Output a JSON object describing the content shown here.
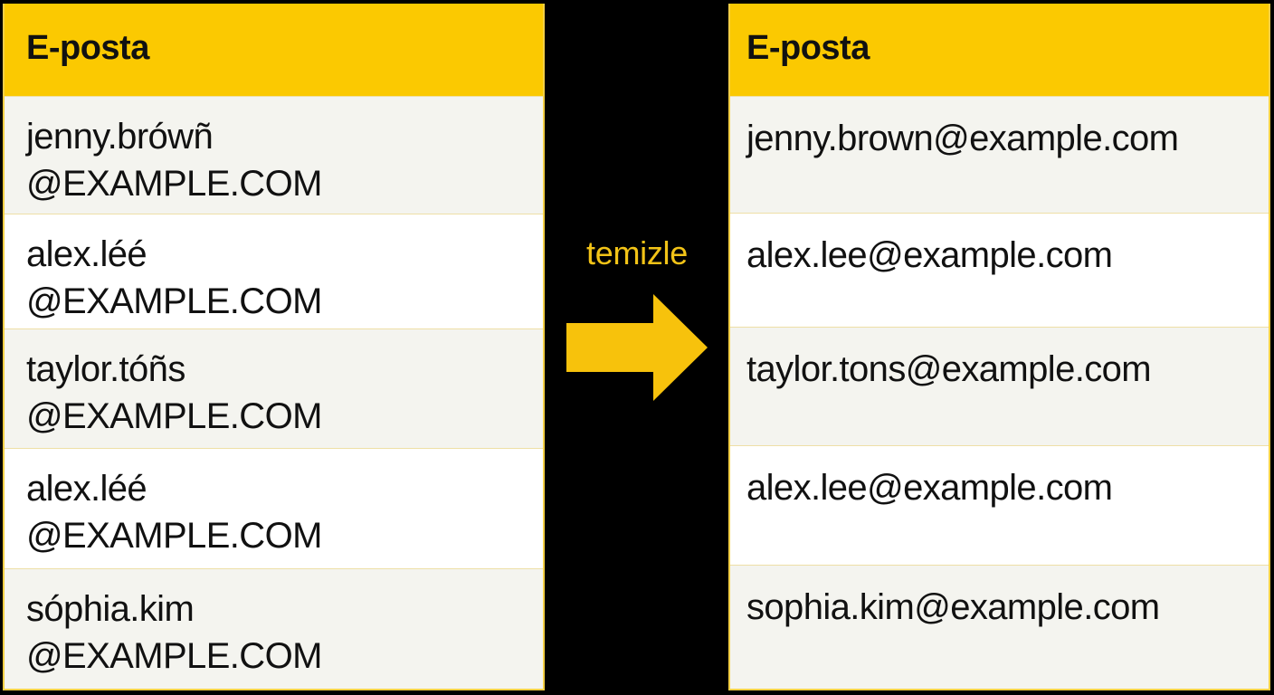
{
  "colors": {
    "accent_yellow": "#fbc901",
    "label_yellow": "#f2c317",
    "background": "#000000",
    "row_alt": "#f4f4ef",
    "row_plain": "#ffffff",
    "text": "#111111"
  },
  "left_table": {
    "header": "E-posta",
    "rows": [
      "jenny.brówñ\n@EXAMPLE.COM",
      "alex.léé\n@EXAMPLE.COM",
      "taylor.tóñs\n@EXAMPLE.COM",
      "alex.léé\n@EXAMPLE.COM",
      "sóphia.kim\n@EXAMPLE.COM"
    ]
  },
  "transform": {
    "label": "temizle",
    "icon": "arrow-right-icon"
  },
  "right_table": {
    "header": "E-posta",
    "rows": [
      "jenny.brown@example.com",
      "alex.lee@example.com",
      "taylor.tons@example.com",
      "alex.lee@example.com",
      "sophia.kim@example.com"
    ]
  }
}
